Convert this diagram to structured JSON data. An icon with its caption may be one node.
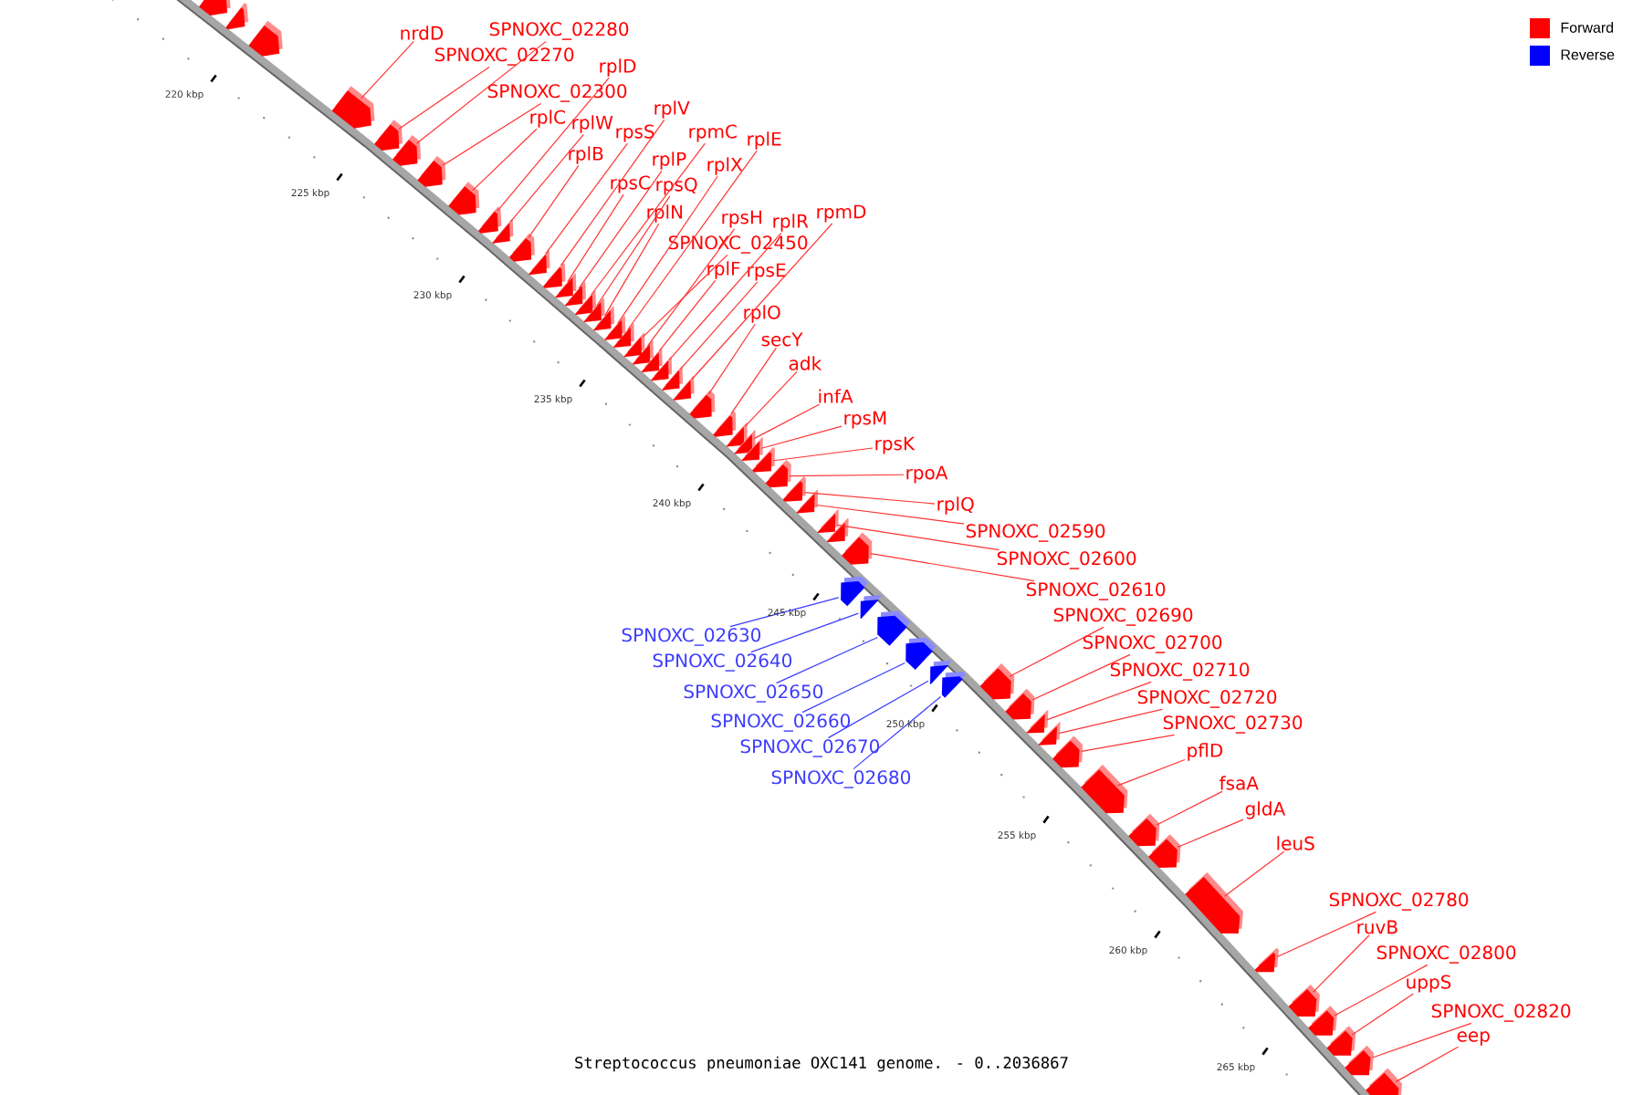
{
  "diagram": {
    "caption": "Streptococcus pneumoniae OXC141 genome. - 0..2036867",
    "nodes": [
      {
        "text": [
          "SPNOXC_02280"
        ]
      },
      {
        "text": [
          "nrdD"
        ]
      },
      {
        "text": [
          "SPNOXC_02270"
        ]
      },
      {
        "text": [
          "rplD"
        ]
      },
      {
        "text": [
          "SPNOXC_02300"
        ]
      },
      {
        "text": [
          "rplV"
        ]
      },
      {
        "text": [
          "rplC"
        ]
      },
      {
        "text": [
          "rplW"
        ]
      },
      {
        "text": [
          "rpsS"
        ]
      },
      {
        "text": [
          "rpmC"
        ]
      },
      {
        "text": [
          "rplE"
        ]
      },
      {
        "text": [
          "rplB"
        ]
      },
      {
        "text": [
          "rplP"
        ]
      },
      {
        "text": [
          "rplX"
        ]
      },
      {
        "text": [
          "rpsC"
        ]
      },
      {
        "text": [
          "rpsQ"
        ]
      },
      {
        "text": [
          "rplN"
        ]
      },
      {
        "text": [
          "rpmD"
        ]
      },
      {
        "text": [
          "rpsH"
        ]
      },
      {
        "text": [
          "rplR"
        ]
      },
      {
        "text": [
          "SPNOXC_02450"
        ]
      },
      {
        "text": [
          "rplF"
        ]
      },
      {
        "text": [
          "rpsE"
        ]
      },
      {
        "text": [
          "rplO"
        ]
      },
      {
        "text": [
          "secY"
        ]
      },
      {
        "text": [
          "adk"
        ]
      },
      {
        "text": [
          "infA"
        ]
      },
      {
        "text": [
          "rpsM"
        ]
      },
      {
        "text": [
          "rpsK"
        ]
      },
      {
        "text": [
          "rpoA"
        ]
      },
      {
        "text": [
          "rplQ"
        ]
      },
      {
        "text": [
          "SPNOXC_02590"
        ]
      },
      {
        "text": [
          "SPNOXC_02600"
        ]
      },
      {
        "text": [
          "SPNOXC_02610"
        ]
      },
      {
        "text": [
          "SPNOXC_02690"
        ]
      },
      {
        "text": [
          "SPNOXC_02630"
        ]
      },
      {
        "text": [
          "SPNOXC_02700"
        ]
      },
      {
        "text": [
          "SPNOXC_02640"
        ]
      },
      {
        "text": [
          "SPNOXC_02710"
        ]
      },
      {
        "text": [
          "SPNOXC_02650"
        ]
      },
      {
        "text": [
          "SPNOXC_02720"
        ]
      },
      {
        "text": [
          "SPNOXC_02660"
        ]
      },
      {
        "text": [
          "SPNOXC_02730"
        ]
      },
      {
        "text": [
          "SPNOXC_02670"
        ]
      },
      {
        "text": [
          "pflD"
        ]
      },
      {
        "text": [
          "SPNOXC_02680"
        ]
      },
      {
        "text": [
          "fsaA"
        ]
      },
      {
        "text": [
          "gldA"
        ]
      },
      {
        "text": [
          "leuS"
        ]
      },
      {
        "text": [
          "SPNOXC_02780"
        ]
      },
      {
        "text": [
          "ruvB"
        ]
      },
      {
        "text": [
          "SPNOXC_02800"
        ]
      },
      {
        "text": [
          "uppS"
        ]
      },
      {
        "text": [
          "SPNOXC_02820"
        ]
      },
      {
        "text": [
          "eep"
        ]
      },
      {
        "text": [],
        "shape": "arrow"
      },
      {
        "text": [],
        "shape": "arrow"
      },
      {
        "text": [],
        "shape": "arrow"
      },
      {
        "text": [],
        "shape": "arrow"
      },
      {
        "text": [],
        "shape": "arrow"
      },
      {
        "text": [],
        "shape": "arrow"
      },
      {
        "text": [],
        "shape": "arrow"
      },
      {
        "text": [],
        "shape": "arrow"
      },
      {
        "text": [],
        "shape": "arrow"
      },
      {
        "text": [],
        "shape": "arrow"
      },
      {
        "text": [],
        "shape": "arrow"
      },
      {
        "text": [],
        "shape": "arrow"
      },
      {
        "text": [],
        "shape": "arrow"
      },
      {
        "text": [],
        "shape": "arrow"
      },
      {
        "text": [],
        "shape": "arrow"
      },
      {
        "text": [],
        "shape": "arrow"
      },
      {
        "text": [],
        "shape": "arrow"
      },
      {
        "text": [],
        "shape": "arrow"
      },
      {
        "text": [],
        "shape": "arrow"
      },
      {
        "text": [],
        "shape": "arrow"
      },
      {
        "text": [],
        "shape": "arrow"
      },
      {
        "text": [],
        "shape": "arrow"
      },
      {
        "text": [],
        "shape": "arrow"
      },
      {
        "text": [],
        "shape": "arrow"
      },
      {
        "text": [],
        "shape": "arrow"
      },
      {
        "text": [],
        "shape": "arrow"
      },
      {
        "text": [],
        "shape": "arrow"
      },
      {
        "text": [],
        "shape": "arrow"
      },
      {
        "text": [],
        "shape": "arrow"
      },
      {
        "text": [],
        "shape": "arrow"
      },
      {
        "text": [],
        "shape": "arrow"
      },
      {
        "text": [],
        "shape": "arrow"
      },
      {
        "text": [],
        "shape": "arrow"
      },
      {
        "text": [],
        "shape": "arrow"
      },
      {
        "text": [],
        "shape": "arrow"
      },
      {
        "text": [],
        "shape": "arrow"
      },
      {
        "text": [],
        "shape": "arrow"
      },
      {
        "text": [],
        "shape": "arrow"
      },
      {
        "text": [],
        "shape": "arrow"
      },
      {
        "text": [],
        "shape": "arrow"
      },
      {
        "text": [],
        "shape": "arrow"
      },
      {
        "text": [],
        "shape": "arrow"
      },
      {
        "text": [],
        "shape": "arrow"
      },
      {
        "text": [],
        "shape": "arrow"
      },
      {
        "text": [],
        "shape": "arrow"
      },
      {
        "text": [],
        "shape": "arrow"
      },
      {
        "text": [],
        "shape": "arrow"
      },
      {
        "text": [],
        "shape": "arrow"
      },
      {
        "text": [],
        "shape": "arrow"
      },
      {
        "text": [],
        "shape": "arrow"
      },
      {
        "text": [],
        "shape": "arrow"
      },
      {
        "text": [],
        "shape": "arrow"
      },
      {
        "text": [],
        "shape": "arrow"
      },
      {
        "text": [],
        "shape": "arrow"
      },
      {
        "text": [],
        "shape": "arrow"
      },
      {
        "text": [],
        "shape": "arrow"
      },
      {
        "text": [],
        "shape": "arrow"
      },
      {
        "text": [],
        "shape": "arrow"
      },
      {
        "text": [],
        "shape": "arrow"
      },
      {
        "text": [],
        "shape": "arrow"
      }
    ],
    "edges": [
      {
        "from": 0,
        "to": 55,
        "arrow": "none"
      },
      {
        "from": 1,
        "to": 56,
        "arrow": "none"
      },
      {
        "from": 2,
        "to": 57,
        "arrow": "none"
      },
      {
        "from": 3,
        "to": 58,
        "arrow": "none"
      },
      {
        "from": 4,
        "to": 59,
        "arrow": "none"
      },
      {
        "from": 5,
        "to": 60,
        "arrow": "none"
      },
      {
        "from": 6,
        "to": 61,
        "arrow": "none"
      },
      {
        "from": 7,
        "to": 62,
        "arrow": "none"
      },
      {
        "from": 8,
        "to": 63,
        "arrow": "none"
      },
      {
        "from": 9,
        "to": 64,
        "arrow": "none"
      },
      {
        "from": 10,
        "to": 65,
        "arrow": "none"
      },
      {
        "from": 11,
        "to": 66,
        "arrow": "none"
      },
      {
        "from": 12,
        "to": 67,
        "arrow": "none"
      },
      {
        "from": 13,
        "to": 68,
        "arrow": "none"
      },
      {
        "from": 14,
        "to": 69,
        "arrow": "none"
      },
      {
        "from": 15,
        "to": 70,
        "arrow": "none"
      },
      {
        "from": 16,
        "to": 71,
        "arrow": "none"
      },
      {
        "from": 17,
        "to": 72,
        "arrow": "none"
      },
      {
        "from": 18,
        "to": 73,
        "arrow": "none"
      },
      {
        "from": 19,
        "to": 74,
        "arrow": "none"
      },
      {
        "from": 20,
        "to": 75,
        "arrow": "none"
      },
      {
        "from": 21,
        "to": 76,
        "arrow": "none"
      },
      {
        "from": 22,
        "to": 77,
        "arrow": "none"
      },
      {
        "from": 23,
        "to": 78,
        "arrow": "none"
      },
      {
        "from": 24,
        "to": 79,
        "arrow": "none"
      },
      {
        "from": 25,
        "to": 80,
        "arrow": "none"
      },
      {
        "from": 26,
        "to": 81,
        "arrow": "none"
      },
      {
        "from": 27,
        "to": 82,
        "arrow": "none"
      },
      {
        "from": 28,
        "to": 83,
        "arrow": "none"
      },
      {
        "from": 29,
        "to": 84,
        "arrow": "none"
      },
      {
        "from": 30,
        "to": 85,
        "arrow": "none"
      },
      {
        "from": 31,
        "to": 86,
        "arrow": "none"
      },
      {
        "from": 32,
        "to": 87,
        "arrow": "none"
      },
      {
        "from": 33,
        "to": 88,
        "arrow": "none"
      },
      {
        "from": 34,
        "to": 89,
        "arrow": "none"
      },
      {
        "from": 35,
        "to": 90,
        "arrow": "none",
        "color": "#3c3cff"
      },
      {
        "from": 36,
        "to": 91,
        "arrow": "none"
      },
      {
        "from": 37,
        "to": 92,
        "arrow": "none",
        "color": "#3c3cff"
      },
      {
        "from": 38,
        "to": 93,
        "arrow": "none"
      },
      {
        "from": 39,
        "to": 94,
        "arrow": "none",
        "color": "#3c3cff"
      },
      {
        "from": 40,
        "to": 95,
        "arrow": "none"
      },
      {
        "from": 41,
        "to": 96,
        "arrow": "none",
        "color": "#3c3cff"
      },
      {
        "from": 42,
        "to": 97,
        "arrow": "none"
      },
      {
        "from": 43,
        "to": 98,
        "arrow": "none",
        "color": "#3c3cff"
      },
      {
        "from": 44,
        "to": 99,
        "arrow": "none"
      },
      {
        "from": 45,
        "to": 100,
        "arrow": "none",
        "color": "#3c3cff"
      },
      {
        "from": 46,
        "to": 101,
        "arrow": "none"
      },
      {
        "from": 47,
        "to": 102,
        "arrow": "none"
      },
      {
        "from": 48,
        "to": 103,
        "arrow": "none"
      },
      {
        "from": 49,
        "to": 104,
        "arrow": "none"
      },
      {
        "from": 50,
        "to": 105,
        "arrow": "none"
      },
      {
        "from": 51,
        "to": 106,
        "arrow": "none"
      },
      {
        "from": 52,
        "to": 107,
        "arrow": "none"
      },
      {
        "from": 53,
        "to": 108,
        "arrow": "none"
      },
      {
        "from": 54,
        "to": 109,
        "arrow": "none"
      }
    ],
    "labels": [
      "220 kbp",
      "225 kbp",
      "230 kbp",
      "235 kbp",
      "240 kbp",
      "245 kbp",
      "250 kbp",
      "255 kbp",
      "260 kbp",
      "265 kbp"
    ],
    "legend": [
      {
        "text": "Forward",
        "color": "#ff0000"
      },
      {
        "text": "Reverse",
        "color": "#0000ff"
      }
    ]
  }
}
